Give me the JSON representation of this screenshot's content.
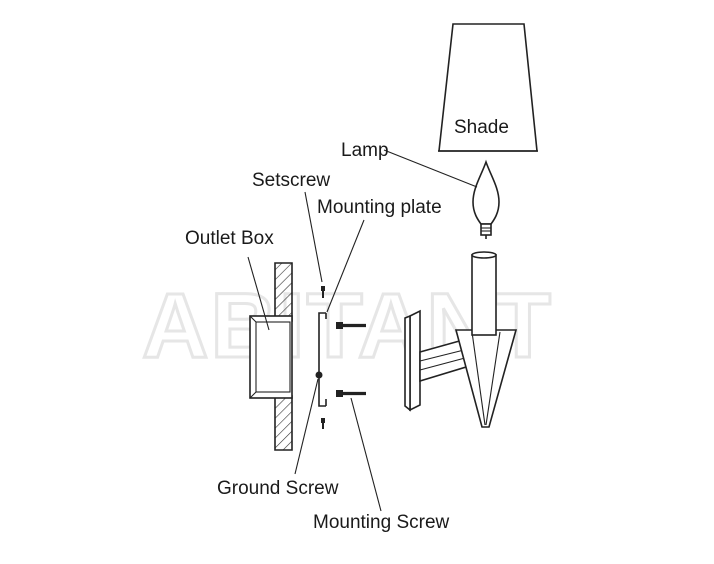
{
  "labels": {
    "shade": "Shade",
    "lamp": "Lamp",
    "setscrew": "Setscrew",
    "mounting_plate": "Mounting plate",
    "outlet_box": "Outlet Box",
    "ground_screw": "Ground Screw",
    "mounting_screw": "Mounting Screw"
  },
  "watermark": "ABITANT",
  "colors": {
    "line": "#222222",
    "watermark": "#e6e6e6",
    "background": "#ffffff"
  }
}
